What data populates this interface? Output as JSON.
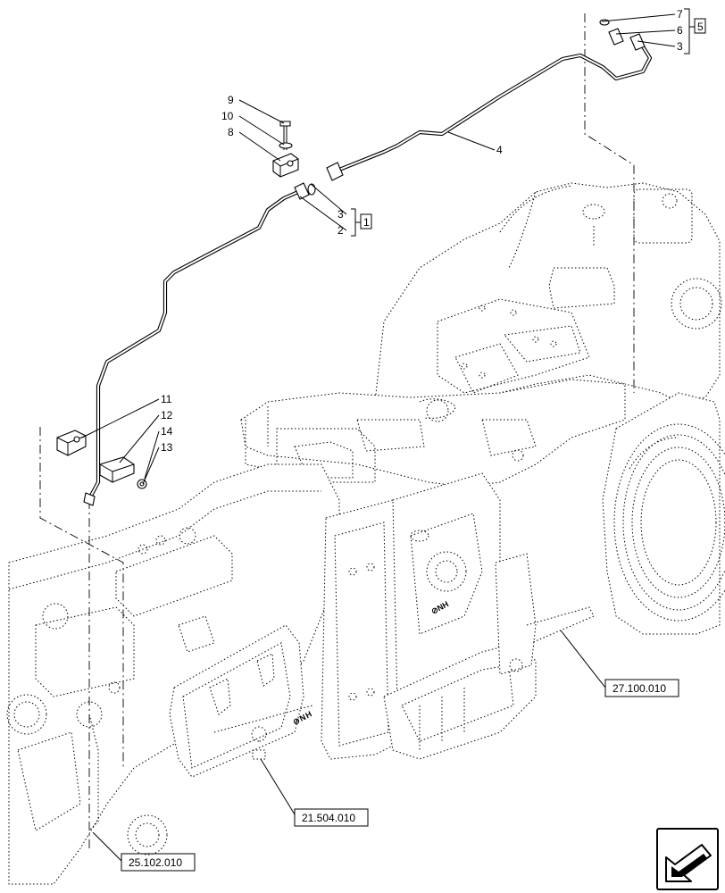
{
  "callouts": {
    "c9": "9",
    "c10": "10",
    "c8": "8",
    "c3a": "3",
    "c2": "2",
    "box1": "1",
    "c7": "7",
    "c6": "6",
    "c3b": "3",
    "box5": "5",
    "c4": "4",
    "c11": "11",
    "c12": "12",
    "c14": "14",
    "c13": "13"
  },
  "refs": {
    "r1": "27.100.010",
    "r2": "21.504.010",
    "r3": "25.102.010"
  },
  "nav": {
    "arrow_icon": "prev-page-arrow-icon"
  }
}
